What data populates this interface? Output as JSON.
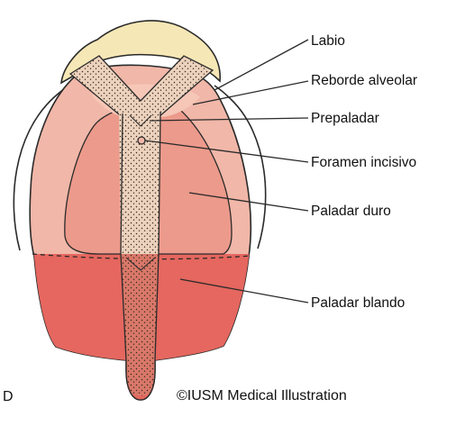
{
  "labels": {
    "lip": "Labio",
    "alveolar_ridge": "Reborde alveolar",
    "primary_palate": "Prepaladar",
    "incisive_foramen": "Foramen incisivo",
    "hard_palate": "Paladar duro",
    "soft_palate": "Paladar blando"
  },
  "panel_letter": "D",
  "credit": "©IUSM Medical Illustration",
  "colors": {
    "lip": "#f6e7b6",
    "palate_outer": "#f1b7a8",
    "palate_inner": "#ea8d7e",
    "hard_palate_field": "#f3c2b3",
    "soft_palate": "#e5675f",
    "stipple_band": "#e9c9b2",
    "lines": "#2a2a2a"
  }
}
